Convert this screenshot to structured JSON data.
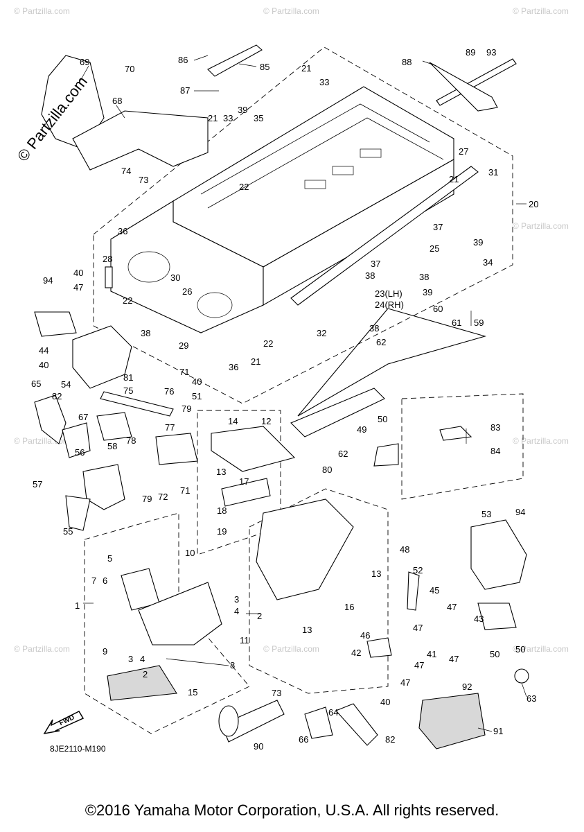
{
  "copyright": "©2016 Yamaha Motor Corporation, U.S.A. All rights reserved.",
  "diagram_code": "8JE2110-M190",
  "partzilla_watermark": "© Partzilla.com",
  "fwd_label": "FWD",
  "callouts": {
    "c1": "1",
    "c2": "2",
    "c3": "3",
    "c4": "4",
    "c5": "5",
    "c6": "6",
    "c7": "7",
    "c8": "8",
    "c9": "9",
    "c10": "10",
    "c11": "11",
    "c12": "12",
    "c13": "13",
    "c14": "14",
    "c15": "15",
    "c16": "16",
    "c17": "17",
    "c18": "18",
    "c19": "19",
    "c20": "20",
    "c21": "21",
    "c22": "22",
    "c23": "23(LH)",
    "c24": "24(RH)",
    "c25": "25",
    "c26": "26",
    "c27": "27",
    "c28": "28",
    "c29": "29",
    "c30": "30",
    "c31": "31",
    "c32": "32",
    "c33": "33",
    "c34": "34",
    "c35": "35",
    "c36": "36",
    "c37": "37",
    "c38": "38",
    "c39": "39",
    "c40": "40",
    "c41": "41",
    "c42": "42",
    "c43": "43",
    "c44": "44",
    "c45": "45",
    "c46": "46",
    "c47": "47",
    "c48": "48",
    "c49": "49",
    "c50": "50",
    "c51": "51",
    "c52": "52",
    "c53": "53",
    "c54": "54",
    "c55": "55",
    "c56": "56",
    "c57": "57",
    "c58": "58",
    "c59": "59",
    "c60": "60",
    "c61": "61",
    "c62": "62",
    "c63": "63",
    "c64": "64",
    "c65": "65",
    "c66": "66",
    "c67": "67",
    "c68": "68",
    "c69": "69",
    "c70": "70",
    "c71": "71",
    "c72": "72",
    "c73": "73",
    "c74": "74",
    "c75": "75",
    "c76": "76",
    "c77": "77",
    "c78": "78",
    "c79": "79",
    "c80": "80",
    "c81": "81",
    "c82": "82",
    "c83": "83",
    "c84": "84",
    "c85": "85",
    "c86": "86",
    "c87": "87",
    "c88": "88",
    "c89": "89",
    "c90": "90",
    "c91": "91",
    "c92": "92",
    "c93": "93",
    "c94": "94"
  }
}
